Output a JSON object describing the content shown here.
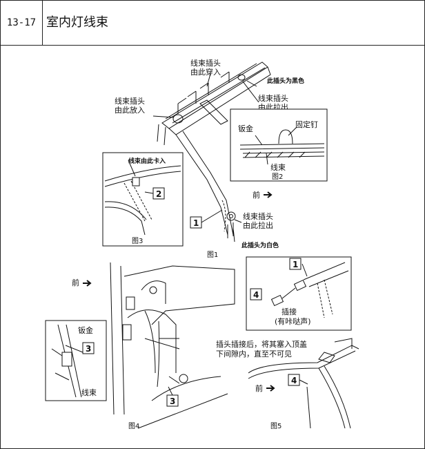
{
  "header": {
    "code": "13-17",
    "title": "室内灯线束"
  },
  "labels": {
    "plug_in_1": "线束插头",
    "plug_in_2": "由此穿入",
    "plug_black": "此插头为黑色",
    "plug_out_1": "线束插头",
    "plug_out_2": "由此拉出",
    "plug_put_1": "线束插头",
    "plug_put_2": "由此放入",
    "sheet_metal": "钣金",
    "fix_nail": "固定钉",
    "harness": "线束",
    "clip_in": "线束由此卡入",
    "front": "前",
    "plug_out2_1": "线束插头",
    "plug_out2_2": "由此拉出",
    "plug_white": "此插头为白色",
    "front2": "前",
    "connect_1": "插接",
    "connect_2": "(有咔哒声)",
    "note_1": "插头插接后，将其塞入顶盖",
    "note_2": "下间隙内，直至不可见",
    "front3": "前",
    "sheet_metal2": "钣金",
    "harness2": "线束"
  },
  "figures": {
    "fig1": "图1",
    "fig2": "图2",
    "fig3": "图3",
    "fig4": "图4",
    "fig5": "图5"
  },
  "callouts": {
    "c1": "1",
    "c2": "2",
    "c1b": "1",
    "c3": "3",
    "c3b": "3",
    "c4": "4",
    "c4b": "4"
  }
}
